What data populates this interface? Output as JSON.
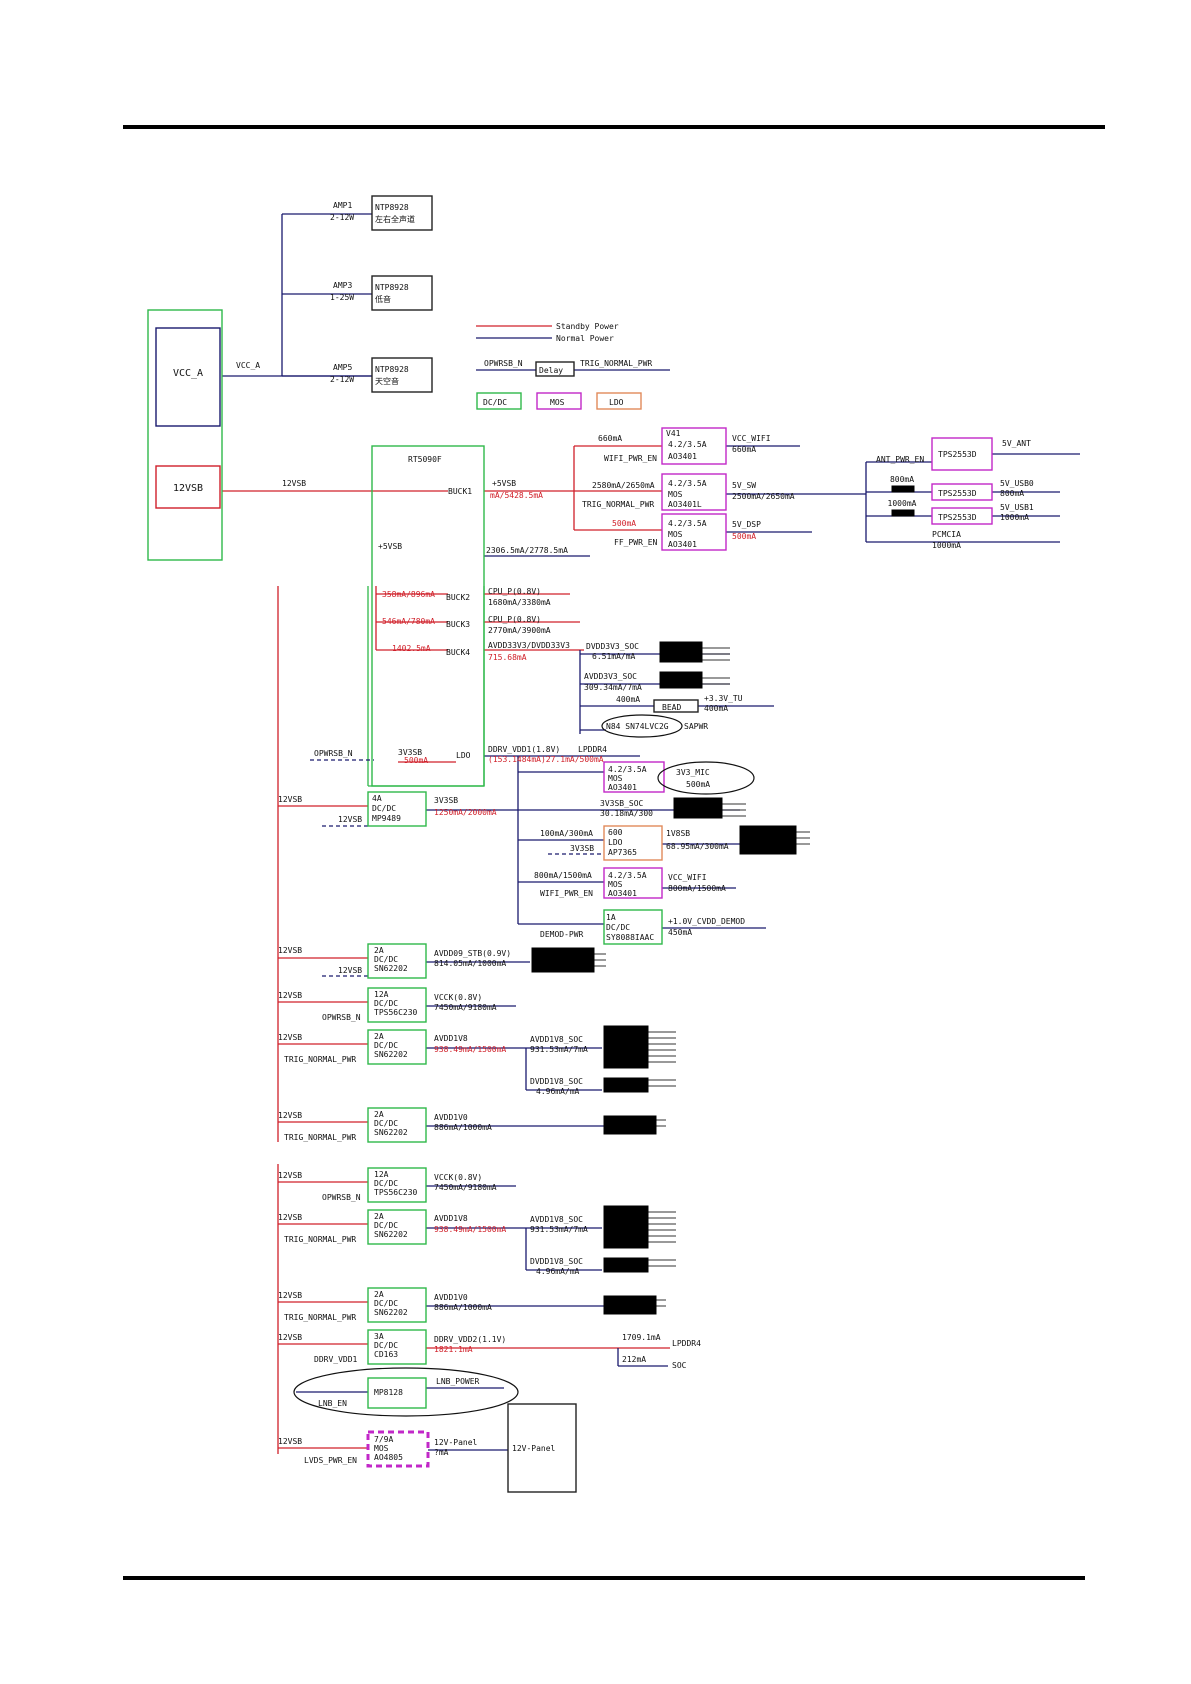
{
  "top_section": {
    "amps": [
      {
        "label": "AMP1",
        "range": "2-12W",
        "chip": "NTP8928",
        "desc": "左右全声道"
      },
      {
        "label": "AMP3",
        "range": "1-25W",
        "chip": "NTP8928",
        "desc": "低音"
      },
      {
        "label": "AMP5",
        "range": "2-12W",
        "chip": "NTP8928",
        "desc": "天空音"
      }
    ],
    "vcc_a": "VCC_A",
    "vcc_a_net": "VCC_A",
    "twelve_vsb_block": "12VSB",
    "twelve_vsb_net": "12VSB",
    "legend": {
      "standby": "Standby Power",
      "normal": "Normal Power",
      "opwrsb": "OPWRSB_N",
      "delay": "Delay",
      "trig": "TRIG_NORMAL_PWR",
      "dcdc": "DC/DC",
      "mos": "MOS",
      "ldo": "LDO"
    },
    "rt5090f": {
      "name": "RT5090F",
      "buck1": "BUCK1",
      "p5vsb": "+5VSB",
      "current": "mA/5428.5mA",
      "p5vsb2": "+5VSB",
      "out_current": "2306.5mA/2778.5mA"
    },
    "mos_wifi": {
      "label": "V41",
      "spec": "4.2/3.5A",
      "part": "AO3401",
      "in_current": "660mA",
      "enable": "WIFI_PWR_EN",
      "net": "VCC_WIFI",
      "net_current": "660mA"
    },
    "mos_sw": {
      "spec": "4.2/3.5A",
      "type": "MOS",
      "part": "AO3401L",
      "in_current": "2580mA/2650mA",
      "enable": "TRIG_NORMAL_PWR",
      "net": "5V_SW",
      "net_current": "2500mA/2650mA"
    },
    "mos_dsp": {
      "spec": "4.2/3.5A",
      "type": "MOS",
      "part": "AO3401",
      "in_current": "500mA",
      "enable": "FF_PWR_EN",
      "net": "5V_DSP",
      "net_current": "500mA"
    },
    "tps": [
      {
        "name": "TPS2553D",
        "net": "5V_ANT",
        "sub": ""
      },
      {
        "name": "TPS2553D",
        "net": "5V_USB0",
        "sub": "800mA",
        "in": "800mA"
      },
      {
        "name": "TPS2553D",
        "net": "5V_USB1",
        "sub": "1000mA",
        "in": "1000mA"
      }
    ],
    "ant_en": "ANT_PWR_EN",
    "pcmcia": "PCMCIA",
    "pcmcia_current": "1000mA"
  },
  "mid_section": {
    "buck2": {
      "name": "BUCK2",
      "in": "358mA/896mA",
      "net": "CPU_P(0.8V)",
      "out": "1680mA/3380mA"
    },
    "buck3": {
      "name": "BUCK3",
      "in": "546mA/780mA",
      "net": "CPU_P(0.8V)",
      "out": "2770mA/3900mA"
    },
    "buck4": {
      "name": "BUCK4",
      "in": "1402.5mA",
      "net": "AVDD33V3/DVDD33V3",
      "out": "715.68mA"
    },
    "dvdd3v3": {
      "net": "DVDD3V3_SOC",
      "cur": "6.51mA/mA"
    },
    "avdd3v3": {
      "net": "AVDD3V3_SOC",
      "cur": "309.34mA/7mA"
    },
    "bead": {
      "name": "BEAD",
      "in": "400mA",
      "net": "+3.3V_TU",
      "out": "400mA"
    },
    "sn74": "N84 SN74LVC2G",
    "sn74_pwr": "SAPWR",
    "ldo": {
      "opwrsb": "OPWRSB_N",
      "net": "3V3SB",
      "cur": "500mA",
      "name": "LDO",
      "out": "DDRV_VDD1(1.8V)",
      "lpddr": "LPDDR4",
      "out_cur": "(153.1484mA)27.1mA/500mA"
    },
    "mos_mic": {
      "spec": "4.2/3.5A",
      "type": "MOS",
      "part": "AO3401",
      "net": "3V3_MIC",
      "cur": "500mA"
    },
    "mp9489": {
      "vsb": "12VSB",
      "amp": "4A",
      "type": "DC/DC",
      "part": "MP9489",
      "net": "3V3SB",
      "cur": "1250mA/2000mA",
      "vsb2": "12VSB"
    },
    "v3v3sb_soc": {
      "net": "3V3SB_SOC",
      "cur": "30.18mA/300"
    },
    "ap7365": {
      "in": "100mA/300mA",
      "in_net": "3V3SB",
      "amp": "600",
      "type": "LDO",
      "part": "AP7365",
      "net": "1V8SB",
      "cur": "68.95mA/300mA"
    },
    "mos_wifi2": {
      "in": "800mA/1500mA",
      "spec": "4.2/3.5A",
      "type": "MOS",
      "part": "AO3401",
      "enable": "WIFI_PWR_EN",
      "net": "VCC_WIFI",
      "cur": "800mA/1500mA"
    },
    "sy8088": {
      "amp": "1A",
      "type": "DC/DC",
      "part": "SY8088IAAC",
      "enable": "DEMOD-PWR",
      "net": "+1.0V_CVDD_DEMOD",
      "cur": "450mA"
    },
    "sn_stb": {
      "vsb": "12VSB",
      "amp": "2A",
      "type": "DC/DC",
      "part": "SN62202",
      "vsb2": "12VSB",
      "net": "AVDD09_STB(0.9V)",
      "cur": "814.05mA/1000mA"
    },
    "tps_vcck": {
      "vsb": "12VSB",
      "amp": "12A",
      "type": "DC/DC",
      "part": "TPS56C230",
      "enable": "OPWRSB_N",
      "net": "VCCK(0.8V)",
      "cur": "7450mA/9180mA"
    },
    "sn_avdd1v8": {
      "vsb": "12VSB",
      "amp": "2A",
      "type": "DC/DC",
      "part": "SN62202",
      "enable": "TRIG_NORMAL_PWR",
      "net": "AVDD1V8",
      "cur": "938.49mA/1500mA",
      "soc": "AVDD1V8_SOC",
      "soc_cur": "931.53mA/7mA",
      "dv": "DVDD1V8_SOC",
      "dv_cur": "4.96mA/mA"
    },
    "sn_avdd1v0": {
      "vsb": "12VSB",
      "amp": "2A",
      "type": "DC/DC",
      "part": "SN62202",
      "enable": "TRIG_NORMAL_PWR",
      "net": "AVDD1V0",
      "cur": "886mA/1000mA"
    }
  },
  "bottom_section": {
    "tps_vcck": {
      "vsb": "12VSB",
      "amp": "12A",
      "type": "DC/DC",
      "part": "TPS56C230",
      "enable": "OPWRSB_N",
      "net": "VCCK(0.8V)",
      "cur": "7450mA/9180mA"
    },
    "sn_avdd1v8": {
      "vsb": "12VSB",
      "amp": "2A",
      "type": "DC/DC",
      "part": "SN62202",
      "enable": "TRIG_NORMAL_PWR",
      "net": "AVDD1V8",
      "cur": "938.49mA/1500mA",
      "soc": "AVDD1V8_SOC",
      "soc_cur": "931.53mA/7mA",
      "dv": "DVDD1V8_SOC",
      "dv_cur": "4.96mA/mA"
    },
    "sn_avdd1v0": {
      "vsb": "12VSB",
      "amp": "2A",
      "type": "DC/DC",
      "part": "SN62202",
      "enable": "TRIG_NORMAL_PWR",
      "net": "AVDD1V0",
      "cur": "886mA/1000mA"
    },
    "cd163": {
      "vsb": "12VSB",
      "amp": "3A",
      "type": "DC/DC",
      "part": "CD163",
      "enable": "DDRV_VDD1",
      "net": "DDRV_VDD2(1.1V)",
      "cur": "1821.1mA",
      "lp_cur": "1709.1mA",
      "lp": "LPDDR4",
      "soc_cur": "212mA",
      "soc": "SOC"
    },
    "mp8128": {
      "part": "MP8128",
      "net": "LNB_POWER",
      "enable": "LNB_EN"
    },
    "ao4805": {
      "vsb": "12VSB",
      "amp": "7/9A",
      "type": "MOS",
      "part": "AO4805",
      "enable": "LVDS_PWR_EN",
      "net": "12V-Panel",
      "cur": "?mA",
      "panel": "12V-Panel"
    }
  },
  "colors": {
    "standby": "#d0202a",
    "normal": "#1a1a6e",
    "dcdc": "#2fb84a",
    "mos": "#c228c8",
    "ldo": "#e08a5a",
    "redact": "#000000"
  }
}
